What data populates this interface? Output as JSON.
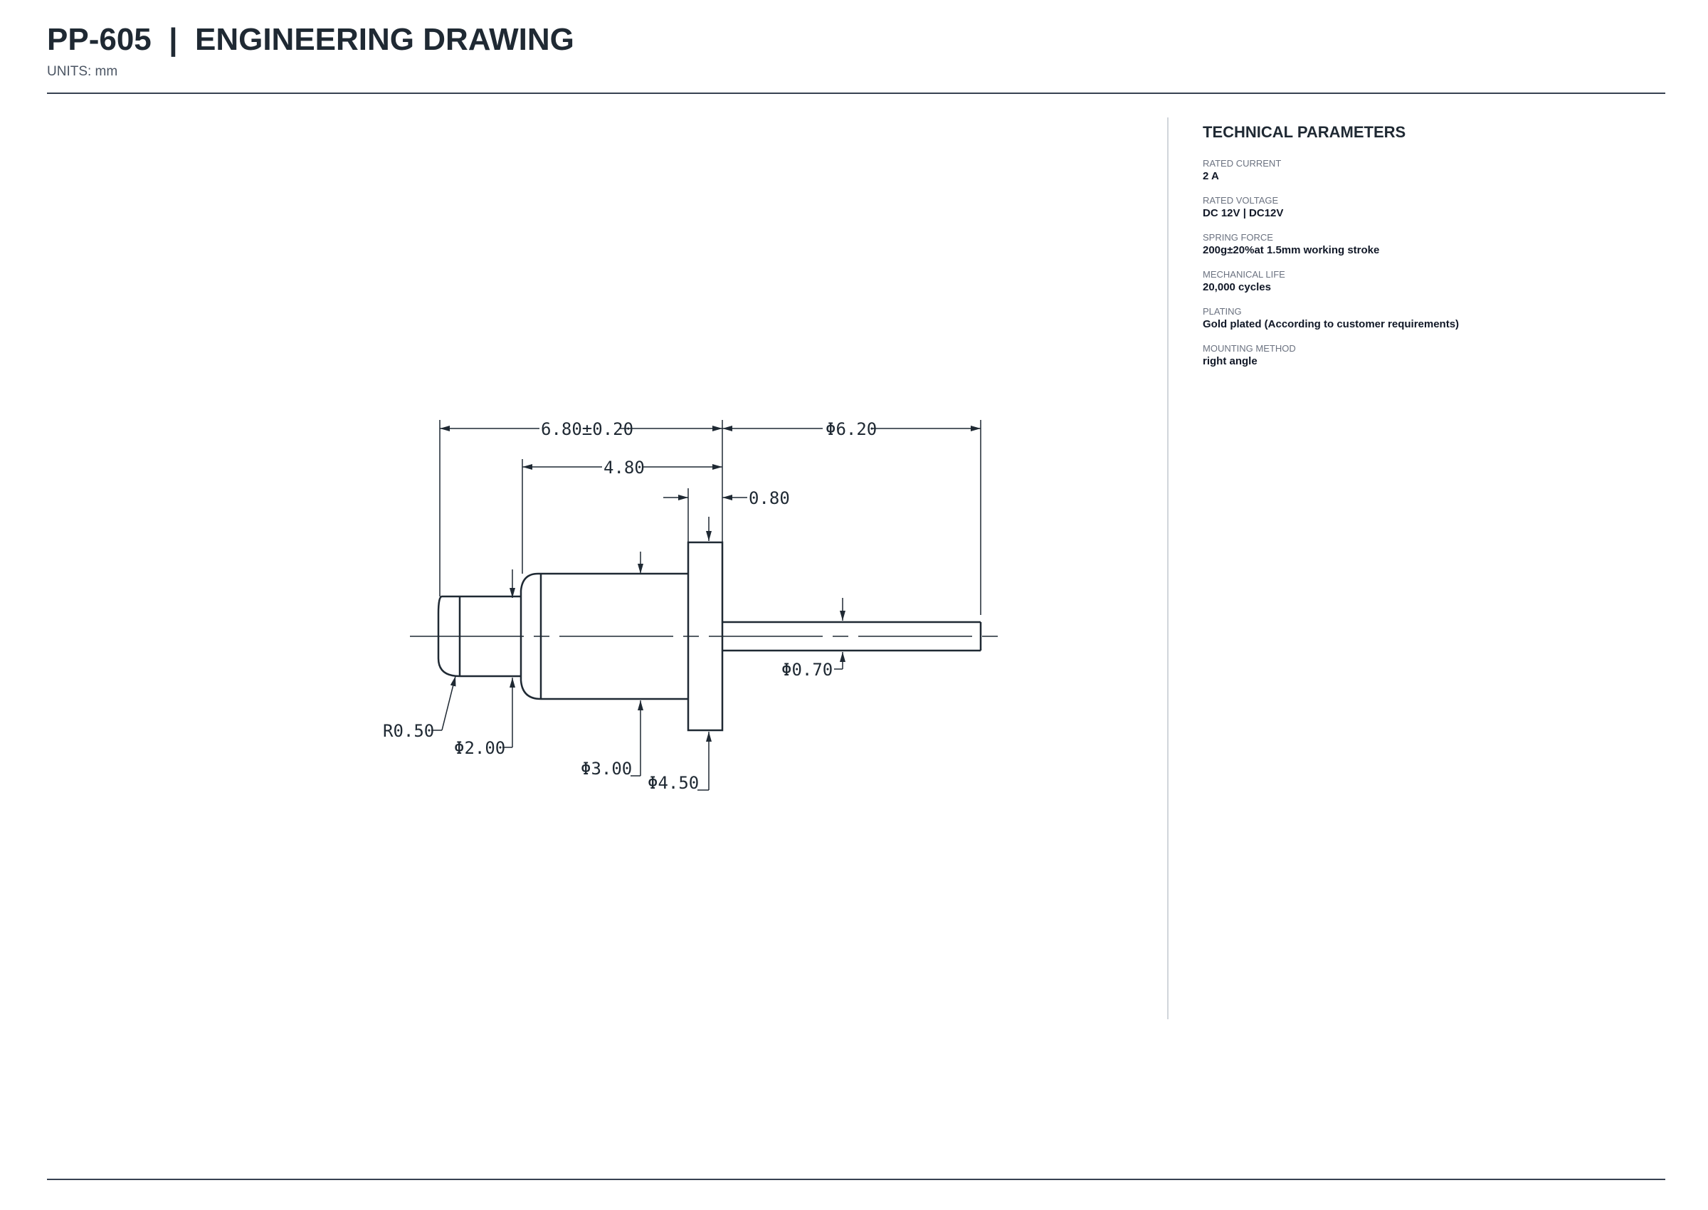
{
  "header": {
    "title": "PP-605  |  ENGINEERING DRAWING",
    "units": "UNITS: mm"
  },
  "drawing": {
    "dimensions": {
      "overall_length": "6.80±0.20",
      "body_length": "4.80",
      "flange_thickness": "0.80",
      "tail_length": "Φ6.20",
      "tip_radius": "R0.50",
      "plunger_dia": "Φ2.00",
      "barrel_dia": "Φ3.00",
      "flange_dia": "Φ4.50",
      "tail_dia": "Φ0.70"
    }
  },
  "params": {
    "title": "TECHNICAL PARAMETERS",
    "items": [
      {
        "label": "RATED CURRENT",
        "value": "2 A"
      },
      {
        "label": "RATED VOLTAGE",
        "value": "DC 12V | DC12V"
      },
      {
        "label": "SPRING FORCE",
        "value": "200g±20%at 1.5mm working stroke"
      },
      {
        "label": "MECHANICAL LIFE",
        "value": "20,000 cycles"
      },
      {
        "label": "PLATING",
        "value": "Gold plated (According to customer requirements)"
      },
      {
        "label": "MOUNTING METHOD",
        "value": "right angle"
      }
    ]
  }
}
